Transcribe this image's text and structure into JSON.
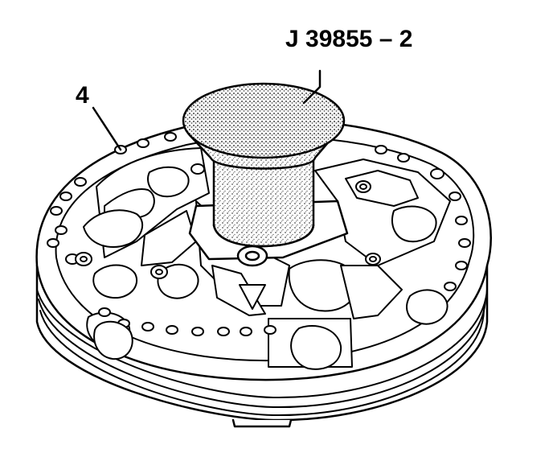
{
  "illustration": {
    "subject": "pump-body-with-seal-installer",
    "callouts": {
      "tool_label": "J 39855 – 2",
      "part_number": "4"
    },
    "colors": {
      "line": "#000000",
      "background": "#ffffff",
      "stipple": "#6a6a6a"
    }
  }
}
